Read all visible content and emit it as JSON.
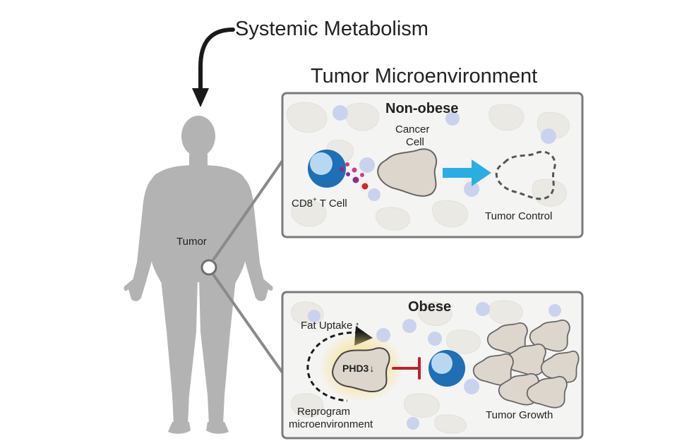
{
  "labels": {
    "systemic_metabolism": "Systemic Metabolism",
    "tumor_microenvironment": "Tumor Microenvironment",
    "tumor": "Tumor"
  },
  "panels": {
    "non_obese": {
      "title": "Non-obese",
      "cancer_cell_line1": "Cancer",
      "cancer_cell_line2": "Cell",
      "cd8_prefix": "CD8",
      "cd8_superscript": "+",
      "cd8_suffix": " T Cell",
      "outcome": "Tumor Control"
    },
    "obese": {
      "title": "Obese",
      "fat_uptake": "Fat Uptake",
      "fat_uptake_arrow": "↑",
      "phd3": "PHD3",
      "phd3_arrow": "↓",
      "reprogram_line1": "Reprogram",
      "reprogram_line2": "microenvironment",
      "outcome": "Tumor Growth"
    }
  },
  "colors": {
    "body_silhouette": "#b3b3b3",
    "panel_border": "#7a7a7a",
    "panel_background": "#f4f4f2",
    "t_cell_blue": "#1e6fb5",
    "t_cell_nucleus": "#b8d8f2",
    "cancer_cell_fill": "#ddd6cc",
    "flow_arrow": "#2aaee2",
    "inhibition_red": "#c0202a",
    "glow_yellow": "#f7df86",
    "granule_purple": "#8a2b8f",
    "granule_red": "#e02020"
  }
}
